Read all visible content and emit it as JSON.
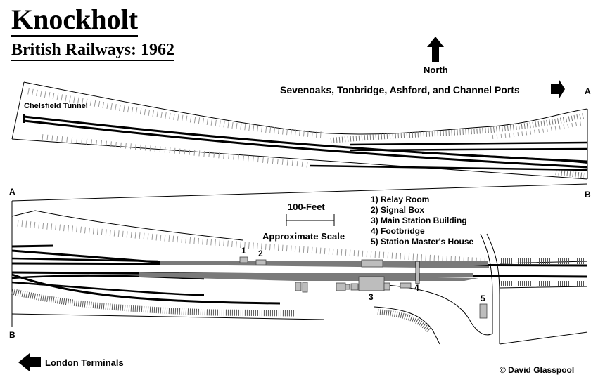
{
  "title": "Knockholt",
  "subtitle": "British Railways: 1962",
  "north_label": "North",
  "destinations": {
    "east": "Sevenoaks, Tonbridge, Ashford, and Channel Ports",
    "west": "London Terminals"
  },
  "tunnel_label": "Chelsfield Tunnel",
  "match_markers": {
    "a": "A",
    "b": "B"
  },
  "scale": {
    "label_top": "100-Feet",
    "label_bottom": "Approximate Scale"
  },
  "legend": [
    {
      "num": "1",
      "text": "1) Relay Room"
    },
    {
      "num": "2",
      "text": "2) Signal Box"
    },
    {
      "num": "3",
      "text": "3) Main Station Building"
    },
    {
      "num": "4",
      "text": "4) Footbridge"
    },
    {
      "num": "5",
      "text": "5) Station Master's House"
    }
  ],
  "copyright": "© David Glasspool",
  "colors": {
    "platform": "#7a7a7a",
    "building": "#bdbdbd",
    "track": "#000000",
    "embankment": "#888888"
  }
}
